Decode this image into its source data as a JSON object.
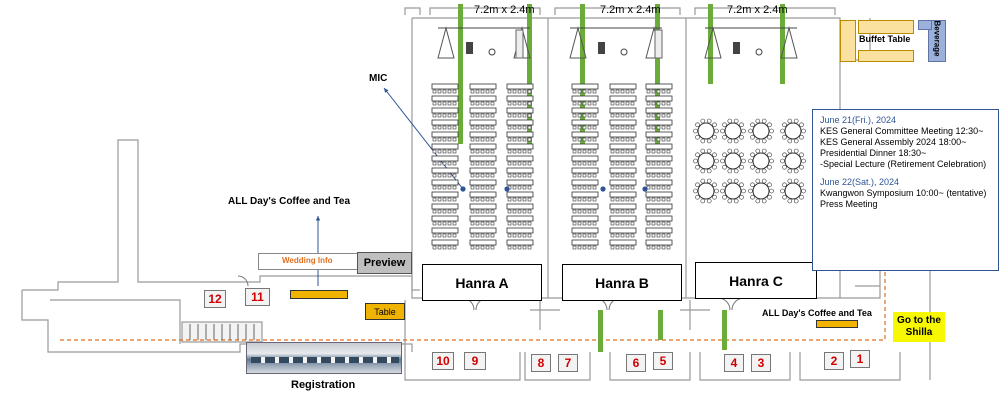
{
  "colors": {
    "screen_green": "#6aab3a",
    "gold_table": "#f0b400",
    "room_number_red": "#d00000",
    "info_border": "#2f5597",
    "wedding_orange": "#e07020",
    "arrow_blue": "#2f5597",
    "route_orange": "#e07020"
  },
  "screens": {
    "size_label": "7.2m x 2.4m"
  },
  "buffet": {
    "label": "Buffet Table"
  },
  "beverage": {
    "label": "Beverage"
  },
  "mic": {
    "label": "MIC"
  },
  "coffee": {
    "left_label": "ALL Day's Coffee and Tea",
    "right_label": "ALL Day's Coffee and Tea"
  },
  "wedding_info": {
    "label": "Wedding Info"
  },
  "preview": {
    "label": "Preview"
  },
  "table": {
    "label": "Table"
  },
  "registration": {
    "label": "Registration"
  },
  "shilla": {
    "line1": "Go to the",
    "line2": "Shilla"
  },
  "rooms": [
    {
      "name": "Hanra A"
    },
    {
      "name": "Hanra B"
    },
    {
      "name": "Hanra C"
    }
  ],
  "room_numbers": [
    "12",
    "11",
    "10",
    "9",
    "8",
    "7",
    "6",
    "5",
    "4",
    "3",
    "2",
    "1"
  ],
  "schedule": {
    "day1_date": "June 21(Fri.), 2024",
    "day1_items": [
      "KES General Committee Meeting  12:30~",
      "KES General Assembly 2024 18:00~",
      "Presidential Dinner 18:30~",
      "-Special Lecture (Retirement Celebration)"
    ],
    "day2_date": "June 22(Sat.), 2024",
    "day2_items": [
      "Kwangwon Symposium 10:00~ (tentative)",
      "Press Meeting"
    ]
  }
}
